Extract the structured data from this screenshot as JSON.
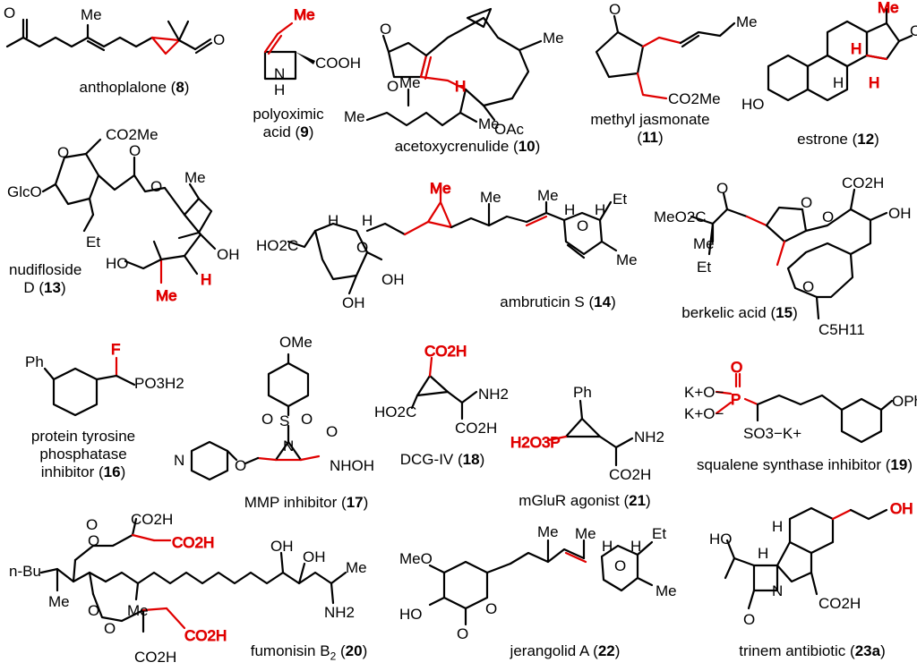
{
  "compounds": [
    {
      "name": "anthoplalone",
      "num": "8"
    },
    {
      "name": "polyoximic acid",
      "name_l1": "polyoximic",
      "name_l2": "acid",
      "num": "9"
    },
    {
      "name": "acetoxycrenulide",
      "num": "10"
    },
    {
      "name": "methyl jasmonate",
      "num": "11"
    },
    {
      "name": "estrone",
      "num": "12"
    },
    {
      "name": "nudifloside D",
      "name_l1": "nudifloside",
      "name_l2": "D",
      "num": "13"
    },
    {
      "name": "ambruticin S",
      "num": "14"
    },
    {
      "name": "berkelic acid",
      "num": "15"
    },
    {
      "name": "protein tyrosine phosphatase inhibitor",
      "name_l1": "protein tyrosine",
      "name_l2": "phosphatase",
      "name_l3": "inhibitor",
      "num": "16"
    },
    {
      "name": "MMP inhibitor",
      "num": "17"
    },
    {
      "name": "DCG-IV",
      "num": "18"
    },
    {
      "name": "squalene synthase inhibitor",
      "num": "19"
    },
    {
      "name": "fumonisin B2",
      "name_pre": "fumonisin B",
      "name_sub": "2",
      "num": "20"
    },
    {
      "name": "mGluR agonist",
      "num": "21"
    },
    {
      "name": "jerangolid A",
      "num": "22"
    },
    {
      "name": "trinem antibiotic",
      "num": "23a"
    }
  ],
  "atom_labels": {
    "me": "Me",
    "o": "O",
    "oh": "OH",
    "ho": "HO",
    "h": "H",
    "n": "N",
    "nh": "N",
    "hn": "H",
    "cooh": "COOH",
    "co2me": "CO2Me",
    "co2h": "CO2H",
    "ho2c": "HO2C",
    "meo2c": "MeO2C",
    "oac": "OAc",
    "glco": "GlcO",
    "et": "Et",
    "ph": "Ph",
    "f": "F",
    "po3h2": "PO3H2",
    "ome": "OMe",
    "s": "S",
    "nhoh": "NHOH",
    "nh2": "NH2",
    "h2o3p": "H2O3P",
    "k_o": "K+O−",
    "p": "P",
    "so3k": "SO3−K+",
    "oph": "OPh",
    "c5h11": "C5H11",
    "nbu": "n-Bu",
    "meo": "MeO"
  },
  "colors": {
    "highlight": "#e00000",
    "ink": "#000000"
  }
}
